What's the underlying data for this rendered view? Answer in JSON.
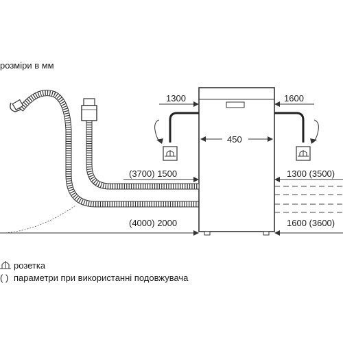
{
  "header": {
    "units_note": "розміри в мм"
  },
  "dims": {
    "left_side_gap": "1300",
    "right_side_gap": "1600",
    "width": "450",
    "left_hose_upper": "(3700) 1500",
    "left_hose_lower": "(4000) 2000",
    "right_upper": "1300 (3500)",
    "right_lower": "1600 (3600)"
  },
  "legend": {
    "socket_label": "розетка",
    "paren_symbol": "( )",
    "paren_label": "параметри при використанні подовжувача"
  },
  "icons": {
    "socket": "socket-icon",
    "drain_hose": "drain-hose-icon",
    "inlet_hose": "inlet-hose-icon",
    "aquastop": "aquastop-valve-icon"
  }
}
